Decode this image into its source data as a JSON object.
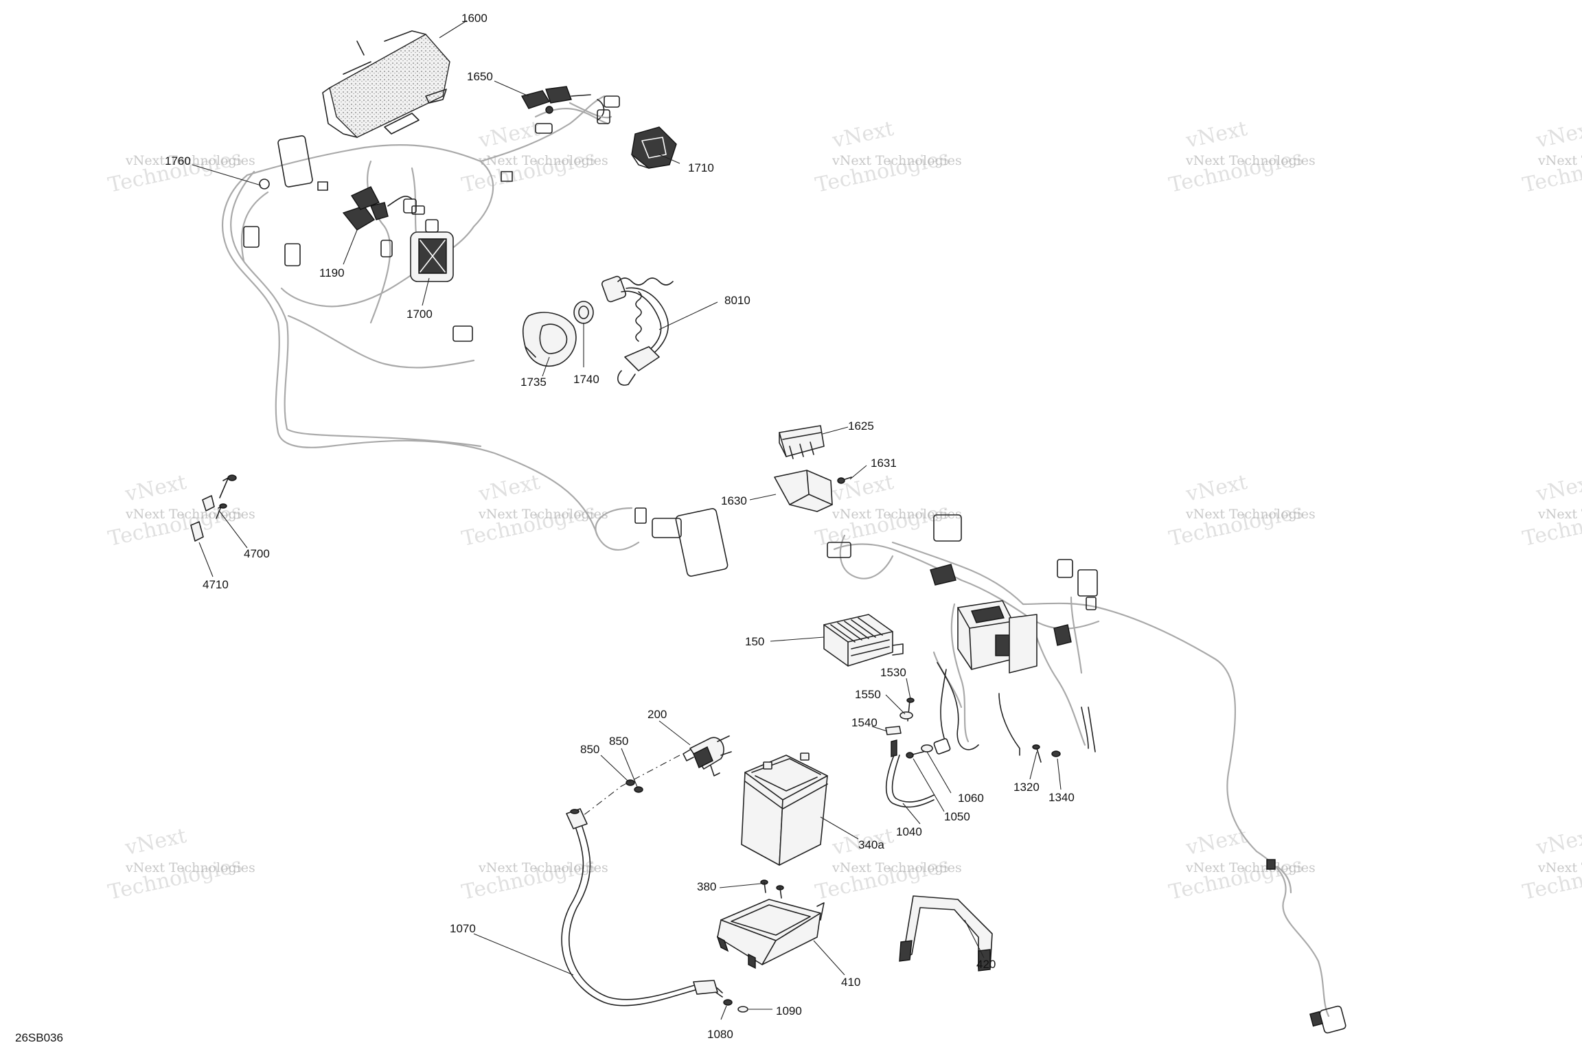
{
  "diagram": {
    "code": "26SB036",
    "watermark": {
      "line1": "vNext Technologies",
      "line2": "Technologies",
      "line0": "vNext"
    },
    "callouts": [
      {
        "id": "1600",
        "text": "1600"
      },
      {
        "id": "1650",
        "text": "1650"
      },
      {
        "id": "1760",
        "text": "1760"
      },
      {
        "id": "1710",
        "text": "1710"
      },
      {
        "id": "1190",
        "text": "1190"
      },
      {
        "id": "1700",
        "text": "1700"
      },
      {
        "id": "8010",
        "text": "8010"
      },
      {
        "id": "1735",
        "text": "1735"
      },
      {
        "id": "1740",
        "text": "1740"
      },
      {
        "id": "1625",
        "text": "1625"
      },
      {
        "id": "1631",
        "text": "1631"
      },
      {
        "id": "1630",
        "text": "1630"
      },
      {
        "id": "4700",
        "text": "4700"
      },
      {
        "id": "4710",
        "text": "4710"
      },
      {
        "id": "150",
        "text": "150"
      },
      {
        "id": "1530",
        "text": "1530"
      },
      {
        "id": "1550",
        "text": "1550"
      },
      {
        "id": "1540",
        "text": "1540"
      },
      {
        "id": "200",
        "text": "200"
      },
      {
        "id": "850a",
        "text": "850"
      },
      {
        "id": "850b",
        "text": "850"
      },
      {
        "id": "1060",
        "text": "1060"
      },
      {
        "id": "1050",
        "text": "1050"
      },
      {
        "id": "1040",
        "text": "1040"
      },
      {
        "id": "1320",
        "text": "1320"
      },
      {
        "id": "1340",
        "text": "1340"
      },
      {
        "id": "340a",
        "text": "340a"
      },
      {
        "id": "380",
        "text": "380"
      },
      {
        "id": "1070",
        "text": "1070"
      },
      {
        "id": "410",
        "text": "410"
      },
      {
        "id": "420",
        "text": "420"
      },
      {
        "id": "1090",
        "text": "1090"
      },
      {
        "id": "1080",
        "text": "1080"
      }
    ]
  }
}
